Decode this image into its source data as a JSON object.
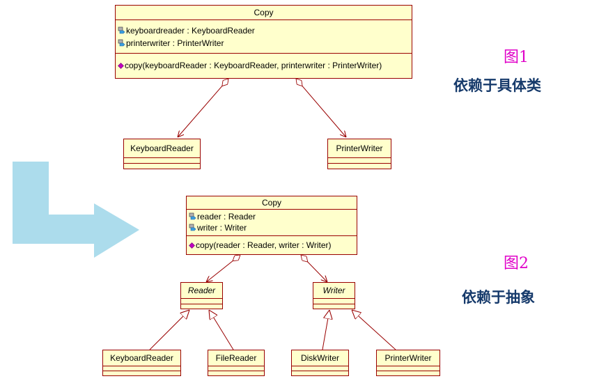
{
  "figure1": {
    "copy_class": {
      "name": "Copy",
      "attributes": [
        "keyboardreader : KeyboardReader",
        "printerwriter : PrinterWriter"
      ],
      "operations": [
        "copy(keyboardReader : KeyboardReader, printerwriter : PrinterWriter)"
      ]
    },
    "keyboard_reader": {
      "name": "KeyboardReader"
    },
    "printer_writer": {
      "name": "PrinterWriter"
    },
    "tag": "图1",
    "caption": "依赖于具体类"
  },
  "figure2": {
    "copy_class": {
      "name": "Copy",
      "attributes": [
        "reader : Reader",
        "writer : Writer"
      ],
      "operations": [
        "copy(reader : Reader, writer : Writer)"
      ]
    },
    "reader": {
      "name": "Reader"
    },
    "writer": {
      "name": "Writer"
    },
    "keyboard_reader": {
      "name": "KeyboardReader"
    },
    "file_reader": {
      "name": "FileReader"
    },
    "disk_writer": {
      "name": "DiskWriter"
    },
    "printer_writer": {
      "name": "PrinterWriter"
    },
    "tag": "图2",
    "caption": "依赖于抽象"
  },
  "colors": {
    "class_fill": "#ffffcc",
    "class_border": "#990000",
    "tag": "#e000c8",
    "caption": "#163a6b",
    "arrow": "#acdcec"
  }
}
